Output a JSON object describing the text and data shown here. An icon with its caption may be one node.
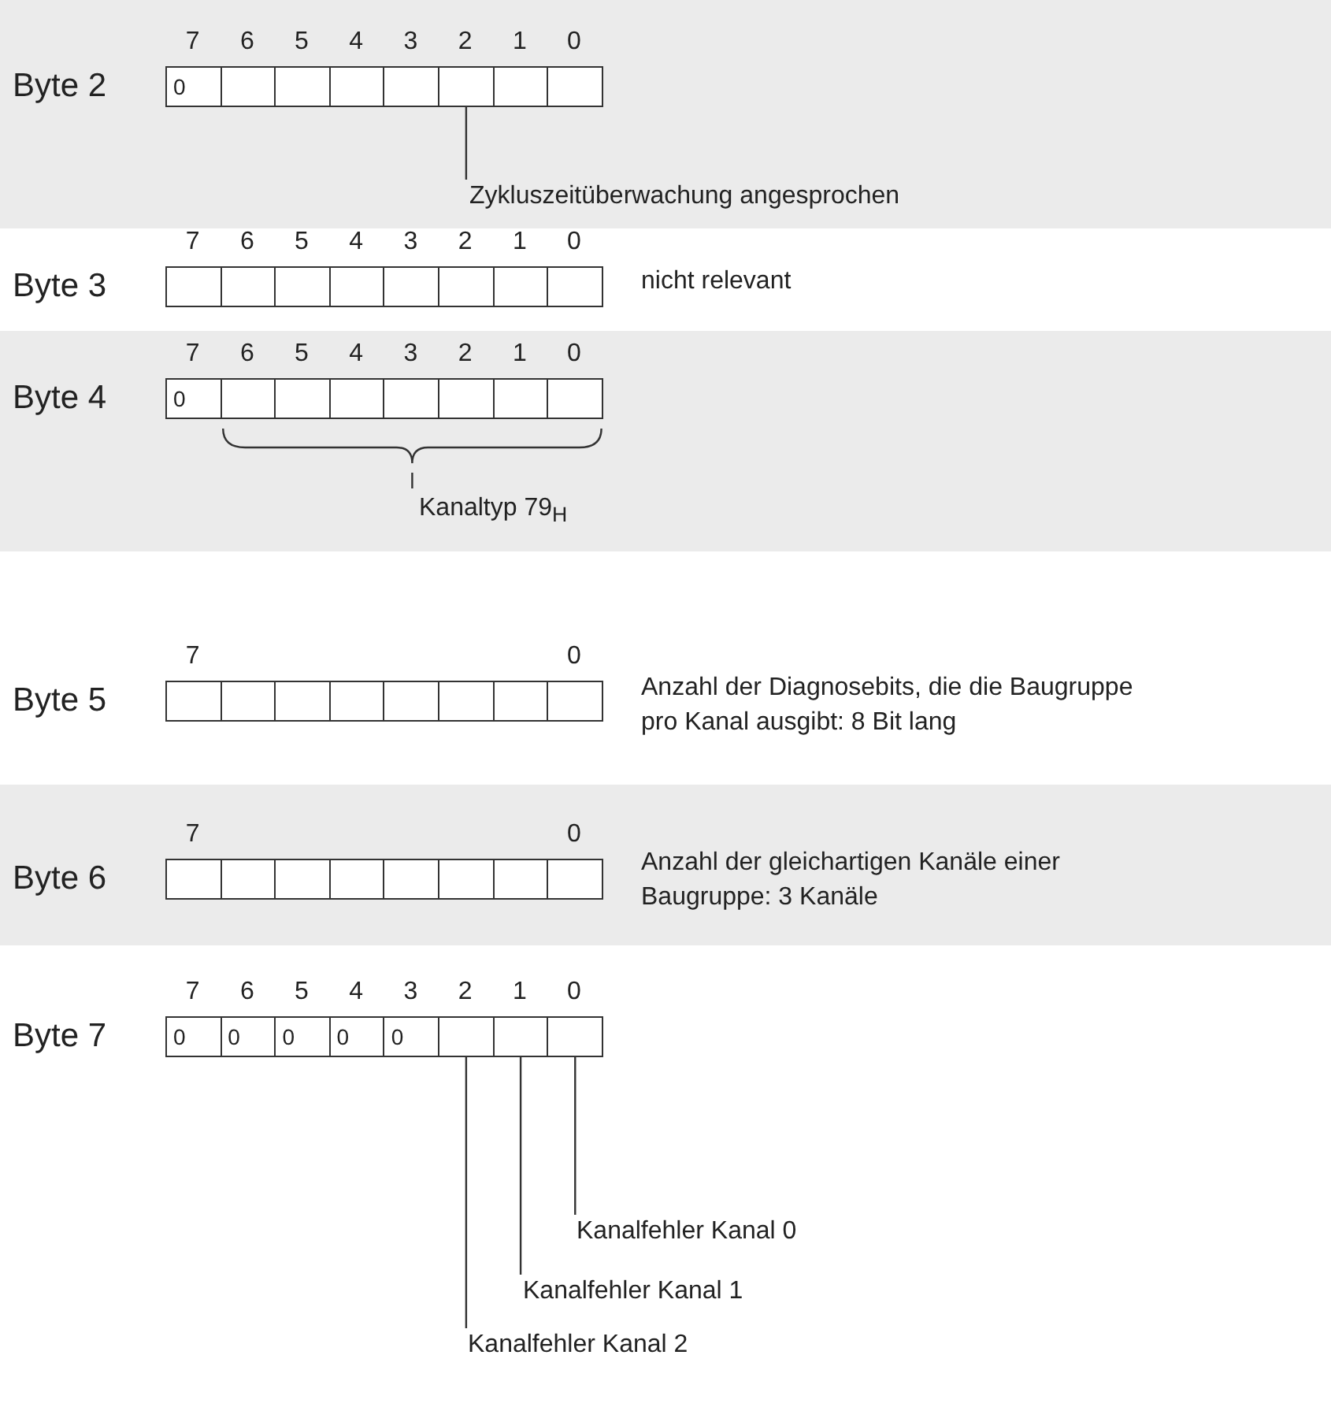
{
  "diagram": {
    "nodes": [
      {
        "text": [
          "Byte 2"
        ]
      },
      {
        "text": [
          "0"
        ],
        "in": 0
      },
      {
        "text": [],
        "shape": "box",
        "in": 0
      },
      {
        "text": [],
        "shape": "box",
        "in": 0
      },
      {
        "text": [],
        "shape": "box",
        "in": 0
      },
      {
        "text": [],
        "shape": "box",
        "in": 0
      },
      {
        "text": [],
        "shape": "box",
        "in": 0
      },
      {
        "text": [],
        "shape": "box",
        "in": 0
      },
      {
        "text": [],
        "shape": "box",
        "in": 0
      },
      {
        "text": [
          "Zykluszeitüberwachung angesprochen"
        ],
        "in": 0
      },
      {
        "text": [
          "Byte 3"
        ]
      },
      {
        "text": [],
        "shape": "box",
        "in": 10
      },
      {
        "text": [],
        "shape": "box",
        "in": 10
      },
      {
        "text": [],
        "shape": "box",
        "in": 10
      },
      {
        "text": [],
        "shape": "box",
        "in": 10
      },
      {
        "text": [],
        "shape": "box",
        "in": 10
      },
      {
        "text": [],
        "shape": "box",
        "in": 10
      },
      {
        "text": [],
        "shape": "box",
        "in": 10
      },
      {
        "text": [],
        "shape": "box",
        "in": 10
      },
      {
        "text": [
          "Byte 4"
        ]
      },
      {
        "text": [
          "0"
        ],
        "in": 19
      },
      {
        "text": [],
        "shape": "box",
        "in": 19
      },
      {
        "text": [],
        "shape": "box",
        "in": 19
      },
      {
        "text": [],
        "shape": "box",
        "in": 19
      },
      {
        "text": [],
        "shape": "box",
        "in": 19
      },
      {
        "text": [],
        "shape": "box",
        "in": 19
      },
      {
        "text": [],
        "shape": "box",
        "in": 19
      },
      {
        "text": [],
        "shape": "box",
        "in": 19
      },
      {
        "text": [
          "Byte 5"
        ]
      },
      {
        "text": [],
        "shape": "box",
        "in": 28
      },
      {
        "text": [],
        "shape": "box",
        "in": 28
      },
      {
        "text": [],
        "shape": "box",
        "in": 28
      },
      {
        "text": [],
        "shape": "box",
        "in": 28
      },
      {
        "text": [],
        "shape": "box",
        "in": 28
      },
      {
        "text": [],
        "shape": "box",
        "in": 28
      },
      {
        "text": [],
        "shape": "box",
        "in": 28
      },
      {
        "text": [],
        "shape": "box",
        "in": 28
      },
      {
        "text": [
          "Byte 6"
        ]
      },
      {
        "text": [],
        "shape": "box",
        "in": 37
      },
      {
        "text": [],
        "shape": "box",
        "in": 37
      },
      {
        "text": [],
        "shape": "box",
        "in": 37
      },
      {
        "text": [],
        "shape": "box",
        "in": 37
      },
      {
        "text": [],
        "shape": "box",
        "in": 37
      },
      {
        "text": [],
        "shape": "box",
        "in": 37
      },
      {
        "text": [],
        "shape": "box",
        "in": 37
      },
      {
        "text": [],
        "shape": "box",
        "in": 37
      },
      {
        "text": [
          "Byte 7"
        ]
      },
      {
        "text": [
          "0"
        ],
        "in": 46
      },
      {
        "text": [
          "0"
        ],
        "in": 46
      },
      {
        "text": [
          "0"
        ],
        "in": 46
      },
      {
        "text": [
          "0"
        ],
        "in": 46
      },
      {
        "text": [
          "0"
        ],
        "in": 46
      },
      {
        "text": [],
        "shape": "box",
        "in": 46
      },
      {
        "text": [],
        "shape": "box",
        "in": 46
      },
      {
        "text": [],
        "shape": "box",
        "in": 46
      },
      {
        "text": [
          "Kanalfehler Kanal 0"
        ],
        "in": 46
      },
      {
        "text": [
          "Kanalfehler Kanal 1"
        ],
        "in": 46
      },
      {
        "text": [
          "Kanalfehler Kanal 2"
        ],
        "in": 46
      }
    ],
    "edges": [
      {
        "from": 9,
        "to": 6,
        "arrow": "none"
      },
      {
        "from": 55,
        "to": 54,
        "arrow": "none"
      },
      {
        "from": 56,
        "to": 53,
        "arrow": "none"
      },
      {
        "from": 57,
        "to": 52,
        "arrow": "none"
      }
    ],
    "labels": [
      "7",
      "6",
      "5",
      "4",
      "3",
      "2",
      "1",
      "0",
      "7",
      "6",
      "5",
      "4",
      "3",
      "2",
      "1",
      "0",
      "nicht relevant",
      "7",
      "6",
      "5",
      "4",
      "3",
      "2",
      "1",
      "0",
      "Kanaltyp 79$_{H}$",
      "7",
      "0",
      "Anzahl der Diagnosebits, die die Baugruppe pro Kanal ausgibt: 8 Bit lang",
      "7",
      "0",
      "Anzahl der gleichartigen Kanäle einer Baugruppe: 3 Kanäle",
      "7",
      "6",
      "5",
      "4",
      "3",
      "2",
      "1",
      "0"
    ]
  }
}
